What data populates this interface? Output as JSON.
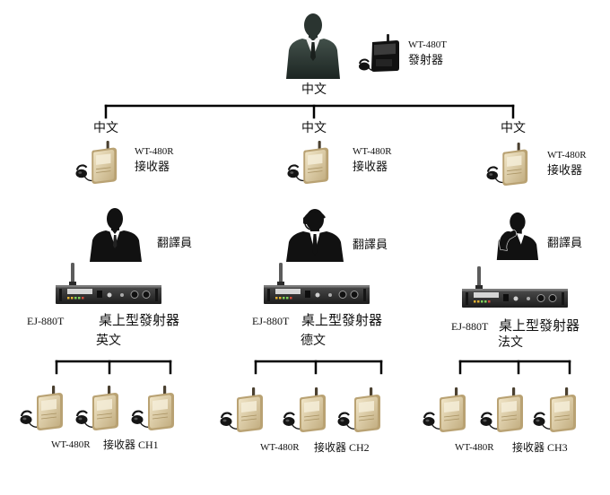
{
  "speaker": {
    "language": "中文"
  },
  "main_transmitter": {
    "model": "WT-480T",
    "name": "發射器"
  },
  "branches": [
    {
      "language": "中文",
      "receiver": {
        "model": "WT-480R",
        "name": "接收器"
      },
      "interpreter": "翻譯員",
      "transmitter": {
        "model": "EJ-880T",
        "name": "桌上型發射器"
      },
      "output_language": "英文",
      "listener_receivers": {
        "model": "WT-480R",
        "name": "接收器 CH1"
      }
    },
    {
      "language": "中文",
      "receiver": {
        "model": "WT-480R",
        "name": "接收器"
      },
      "interpreter": "翻譯員",
      "transmitter": {
        "model": "EJ-880T",
        "name": "桌上型發射器"
      },
      "output_language": "德文",
      "listener_receivers": {
        "model": "WT-480R",
        "name": "接收器 CH2"
      }
    },
    {
      "language": "中文",
      "receiver": {
        "model": "WT-480R",
        "name": "接收器"
      },
      "interpreter": "翻譯員",
      "transmitter": {
        "model": "EJ-880T",
        "name": "桌上型發射器"
      },
      "output_language": "法文",
      "listener_receivers": {
        "model": "WT-480R",
        "name": "接收器 CH3"
      }
    }
  ],
  "icons": {
    "speaker": "speaker-silhouette-icon",
    "interpreter": "interpreter-silhouette-icon",
    "handheld_transmitter": "handheld-transmitter-icon",
    "receiver": "pocket-receiver-icon",
    "desktop_transmitter": "desktop-transmitter-icon"
  },
  "colors": {
    "line": "#000000",
    "speaker_suit": "#2c3631",
    "silhouette": "#111111",
    "receiver_body": "#d6c49a",
    "desktop_transmitter_body": "#2e2e2e"
  }
}
